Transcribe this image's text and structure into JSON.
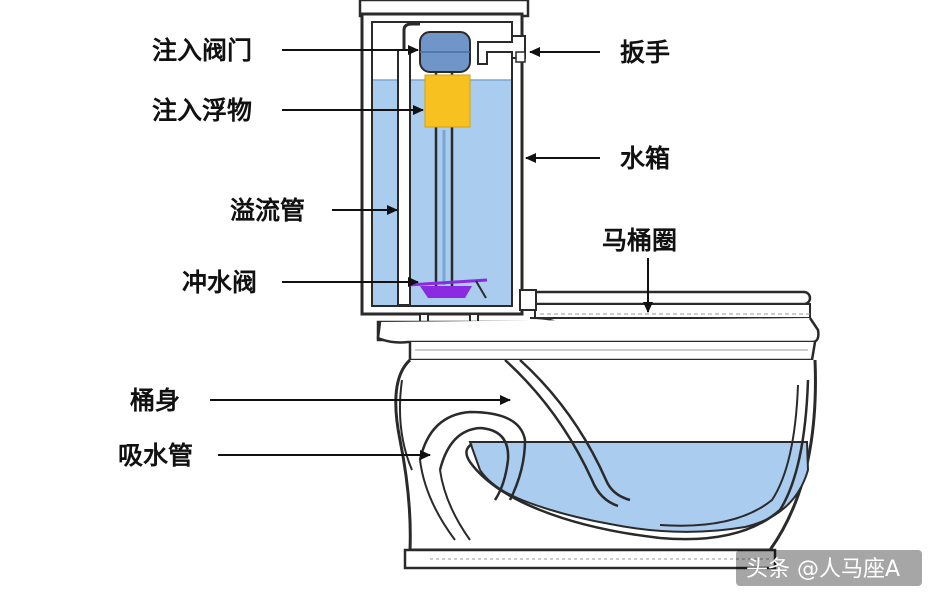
{
  "labels": {
    "inlet_valve": "注入阀门",
    "inlet_float": "注入浮物",
    "overflow_pipe": "溢流管",
    "flush_valve": "冲水阀",
    "handle": "扳手",
    "tank": "水箱",
    "seat_ring": "马桶圈",
    "bowl_body": "桶身",
    "siphon_pipe": "吸水管"
  },
  "watermark": "头条 @人马座A",
  "colors": {
    "water": "#aaccee",
    "float": "#f7c21f",
    "flush_valve": "#8a2be2",
    "valve_head": "#6f95c9",
    "outline": "#2a2a2a"
  }
}
